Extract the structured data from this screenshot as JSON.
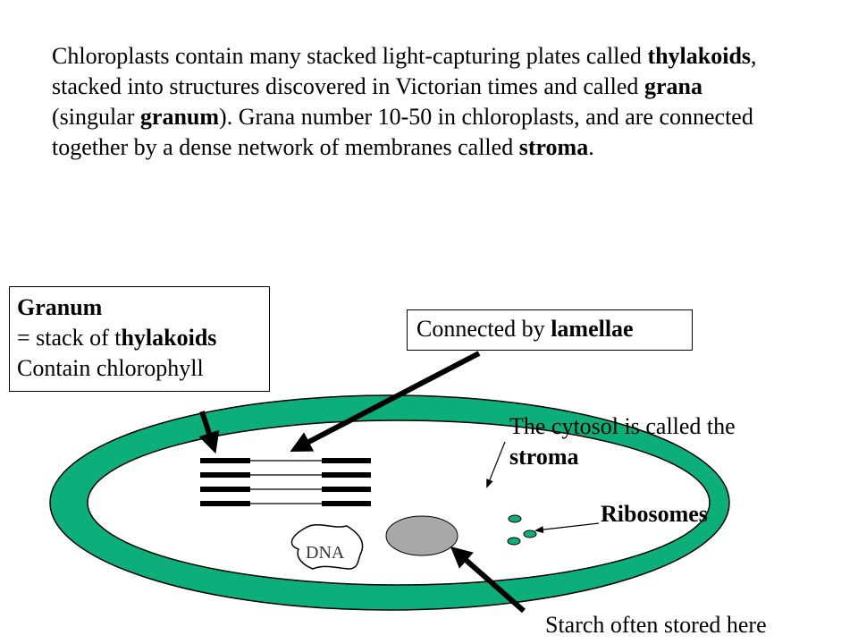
{
  "intro": {
    "s1": "Chloroplasts contain many stacked light-capturing plates called ",
    "b1": "thylakoids",
    "s2": ", stacked into structures discovered in Victorian times and called ",
    "b2": "grana",
    "s3": " (singular ",
    "b3": "granum",
    "s4": ").  Grana number 10-50 in chloroplasts, and are connected together by a dense network of membranes called ",
    "b4": "stroma",
    "s5": "."
  },
  "granum_box": {
    "title": "Granum",
    "line2_prefix": "= stack of t",
    "line2_bold": "hylakoids",
    "line3": "Contain chlorophyll"
  },
  "lamellae_box": {
    "prefix": "Connected by ",
    "bold": "lamellae"
  },
  "stroma_label": {
    "line1": "The cytosol is called the",
    "line2": "stroma"
  },
  "ribosomes_label": "Ribosomes",
  "dna_label": "DNA",
  "starch_label": "Starch often stored here",
  "colors": {
    "chloroplast_green": "#0cae7a",
    "interior": "#ffffff",
    "starch_gray": "#a8a8a8",
    "outline": "#000000"
  }
}
